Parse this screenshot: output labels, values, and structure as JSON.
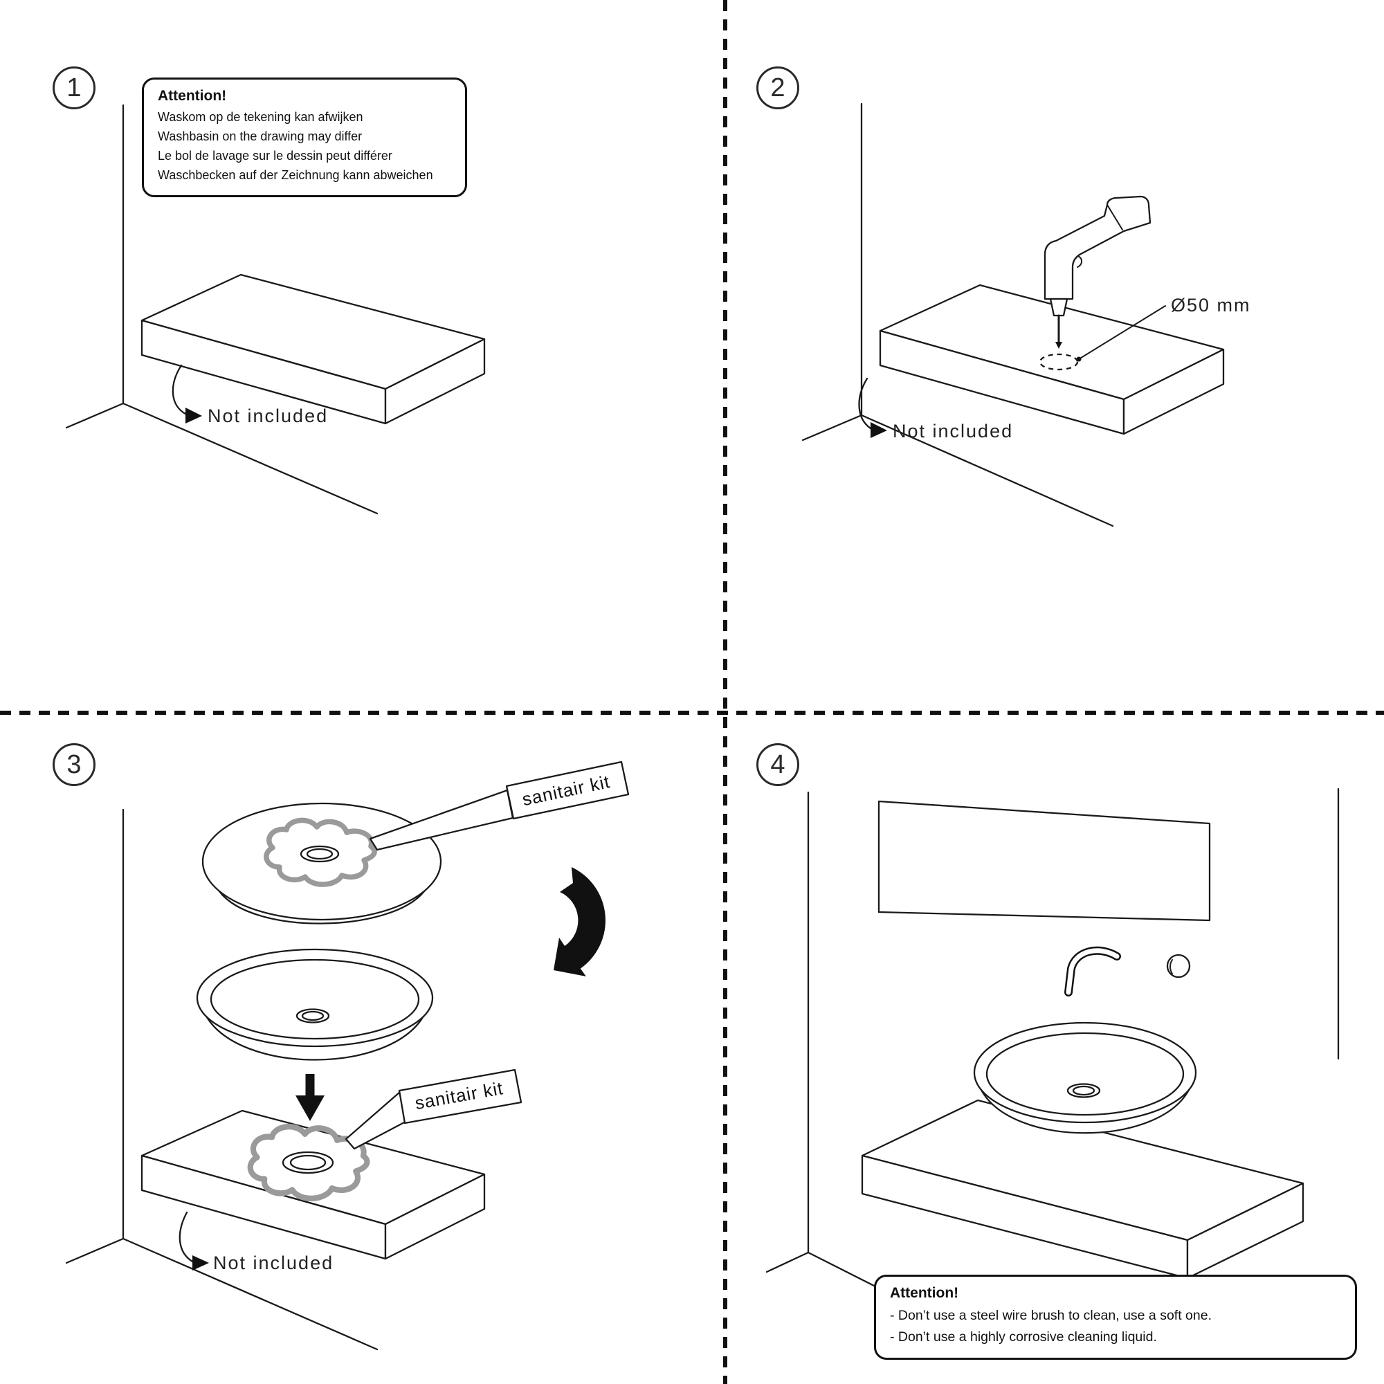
{
  "colors": {
    "line": "#1a1a1a",
    "sealant_gray": "#9a9a9a",
    "arrow_black": "#111111"
  },
  "step1": {
    "number": "1",
    "attention_title": "Attention!",
    "attention_lines": [
      "Waskom op de tekening kan afwijken",
      "Washbasin on the drawing may differ",
      "Le bol de lavage sur le dessin peut différer",
      "Waschbecken auf der Zeichnung kann abweichen"
    ],
    "not_included_label": "Not included"
  },
  "step2": {
    "number": "2",
    "hole_diameter_label": "Ø50 mm",
    "not_included_label": "Not included"
  },
  "step3": {
    "number": "3",
    "tube_label_top": "sanitair kit",
    "tube_label_bottom": "sanitair kit",
    "not_included_label": "Not included"
  },
  "step4": {
    "number": "4",
    "attention_title": "Attention!",
    "attention_lines": [
      "- Don’t use a steel wire brush to clean, use a soft one.",
      "- Don’t use a highly corrosive cleaning liquid."
    ]
  }
}
